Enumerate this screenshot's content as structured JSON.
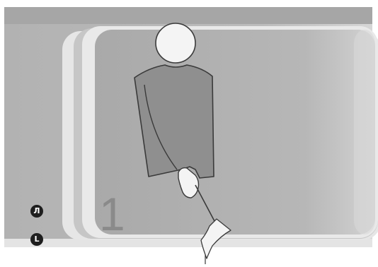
{
  "illustration": {
    "figure_number": "1",
    "badges": [
      "Л",
      "L"
    ],
    "icons": [
      "person-figure",
      "flag"
    ]
  }
}
